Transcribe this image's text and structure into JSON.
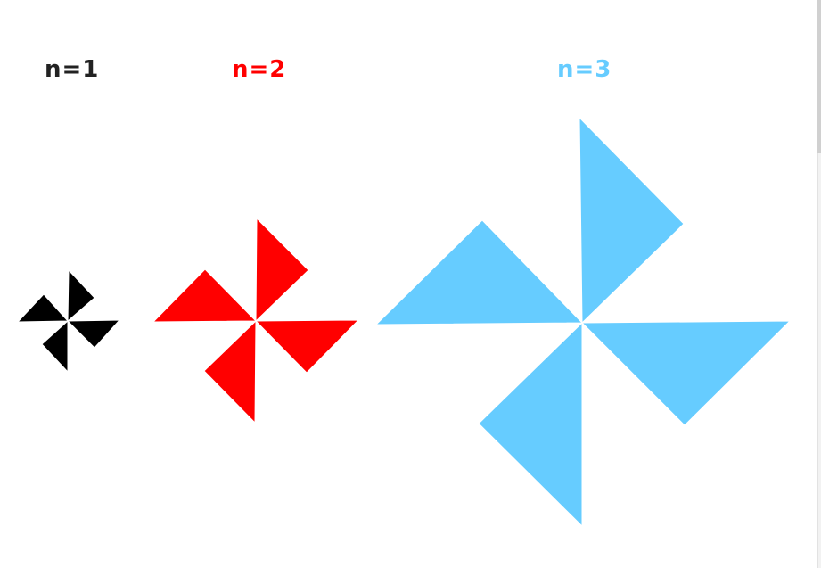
{
  "labels": {
    "n1": "n=1",
    "n2": "n=2",
    "n3": "n=3"
  },
  "colors": {
    "n1": "#000000",
    "n2": "#ff0000",
    "n3": "#66ccff",
    "label_n1": "#222222"
  },
  "pinwheels": [
    {
      "level": 1,
      "color": "#000000",
      "blades": 4
    },
    {
      "level": 2,
      "color": "#ff0000",
      "blades": 4
    },
    {
      "level": 3,
      "color": "#66ccff",
      "blades": 4
    }
  ]
}
